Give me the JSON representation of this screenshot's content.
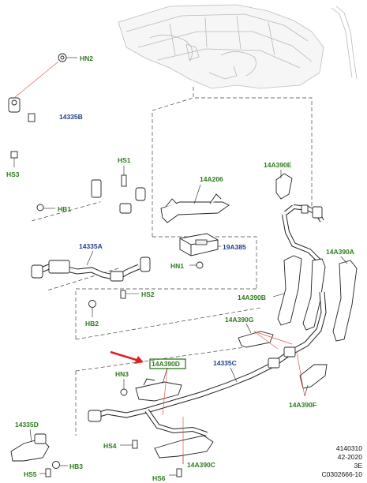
{
  "callouts": {
    "hn2": "HN2",
    "c14335B": "14335B",
    "hs3": "HS3",
    "hb1": "HB1",
    "hs1": "HS1",
    "c14A206": "14A206",
    "c14A390E": "14A390E",
    "c14335A": "14335A",
    "c19A385": "19A385",
    "hn1": "HN1",
    "hs2": "HS2",
    "hb2": "HB2",
    "c14A390A": "14A390A",
    "c14A390B": "14A390B",
    "c14A390G": "14A390G",
    "c14A390D": "14A390D",
    "c14335C": "14335C",
    "hn3": "HN3",
    "c14A390F": "14A390F",
    "c14335D": "14335D",
    "hs4": "HS4",
    "hb3": "HB3",
    "hs5": "HS5",
    "hs6": "HS6",
    "c14A390C": "14A390C"
  },
  "reference": {
    "line1": "4140310",
    "line2": "42-2020",
    "line3": "3E",
    "line4": "C0302666-10"
  },
  "colors": {
    "label_green": "#2f7a1e",
    "label_blue": "#1f3f8a",
    "pointer_arrow": "#e02020",
    "highlight_box": "#2f7a1e",
    "leader_red": "#e8584f"
  }
}
